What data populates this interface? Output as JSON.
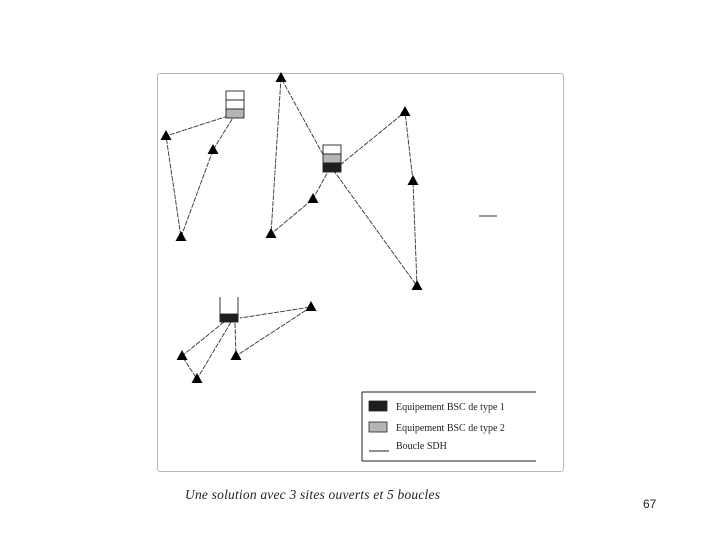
{
  "diagram": {
    "legend": {
      "items": [
        {
          "label": "Equipement BSC de type 1",
          "swatch_color": "#1e1e1e"
        },
        {
          "label": "Equipement BSC de type 2",
          "swatch_color": "#b5b5b5"
        },
        {
          "label": "Boucle SDH",
          "swatch": "line"
        }
      ]
    },
    "node_symbol": "triangle",
    "colors": {
      "line": "#333333",
      "node": "#000000",
      "bsc_type1": "#1e1e1e",
      "bsc_type2": "#b5b5b5",
      "frame_border": "#b8b8b8"
    }
  },
  "caption": "Une solution avec 3 sites ouverts et 5 boucles",
  "page_number": "67"
}
